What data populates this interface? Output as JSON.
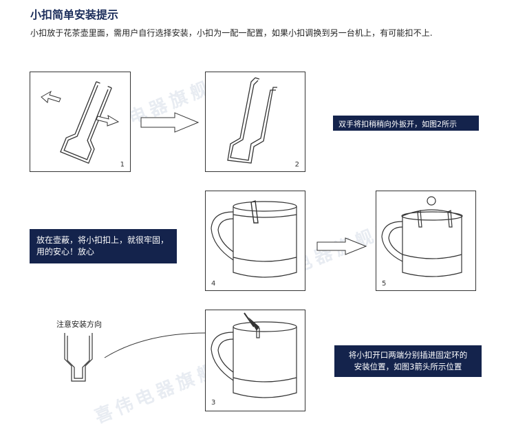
{
  "title": "小扣简单安装提示",
  "subtitle": "小扣放于花茶壶里面，需用户自行选择安装，小扣为一配一配置，如果小扣调换到另一台机上，有可能扣不上.",
  "watermark": "喜伟电器旗舰店",
  "steps": {
    "s1": {
      "num": "1"
    },
    "s2": {
      "num": "2"
    },
    "s3": {
      "num": "3"
    },
    "s4": {
      "num": "4"
    },
    "s5": {
      "num": "5"
    }
  },
  "notes": {
    "spread": "双手将扣稍稍向外扳开，如图2所示",
    "secure_line1": "放在壶蔽，将小扣扣上，就很牢固，",
    "secure_line2": "用的安心！放心",
    "insert_line1": "将小扣开口两端分别插进固定环的",
    "insert_line2": "安装位置，如图3箭头所示位置"
  },
  "direction_label": "注意安装方向",
  "colors": {
    "note_bg": "#14234c",
    "title": "#1a2c5a"
  }
}
